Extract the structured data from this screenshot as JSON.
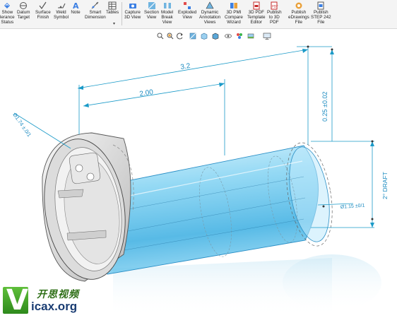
{
  "ribbon": {
    "left_group": [
      {
        "name": "show-tolerance-status-button",
        "icon": "tolerance-status-icon",
        "label": "Show\nlerance\nStatus"
      },
      {
        "name": "datum-target-button",
        "icon": "datum-target-icon",
        "label": "Datum\nTarget"
      },
      {
        "name": "surface-finish-button",
        "icon": "surface-finish-icon",
        "label": "Surface\nFinish"
      },
      {
        "name": "weld-symbol-button",
        "icon": "weld-symbol-icon",
        "label": "Weld\nSymbol"
      },
      {
        "name": "note-button",
        "icon": "note-icon",
        "label": "Note"
      },
      {
        "name": "smart-dimension-button",
        "icon": "smart-dimension-icon",
        "label": "Smart\nDimension"
      },
      {
        "name": "tables-button",
        "icon": "table-icon",
        "label": "Tables"
      }
    ],
    "right_group": [
      {
        "name": "capture-3d-view-button",
        "icon": "camera-icon",
        "label": "Capture\n3D View"
      },
      {
        "name": "section-view-button",
        "icon": "section-view-icon",
        "label": "Section\nView"
      },
      {
        "name": "model-break-view-button",
        "icon": "break-view-icon",
        "label": "Model\nBreak\nView"
      },
      {
        "name": "exploded-view-button",
        "icon": "exploded-view-icon",
        "label": "Exploded\nView"
      },
      {
        "name": "dynamic-annotation-views-button",
        "icon": "annotation-views-icon",
        "label": "Dynamic\nAnnotation\nViews"
      },
      {
        "name": "3d-pmi-compare-wizard-button",
        "icon": "compare-icon",
        "label": "3D PMI\nCompare\nWizard"
      },
      {
        "name": "3d-pdf-template-editor-button",
        "icon": "pdf-template-icon",
        "label": "3D PDF\nTemplate\nEditor"
      },
      {
        "name": "publish-3d-pdf-button",
        "icon": "pdf-icon",
        "label": "Publish\nto 3D\nPDF"
      },
      {
        "name": "publish-edrawings-button",
        "icon": "edrawings-icon",
        "label": "Publish\neDrawings\nFile"
      },
      {
        "name": "publish-step-242-button",
        "icon": "step-file-icon",
        "label": "Publish\nSTEP 242\nFile"
      }
    ],
    "tables_dropdown": "chevron-down-icon"
  },
  "hud_icons": [
    "zoom-fit-icon",
    "zoom-area-icon",
    "previous-view-icon",
    "section-icon",
    "view-orientation-icon",
    "display-style-icon",
    "hide-show-icon",
    "appearance-icon",
    "scene-icon",
    "monitor-icon"
  ],
  "dimensions": {
    "length_total": "3.2",
    "length_partial": "2.00",
    "thickness": "0.25 ±0.02",
    "diameter_left": "Ø1.74 ±.0/1",
    "diameter_right": "Ø1.15 ±0/1",
    "draft": "2° DRAFT"
  },
  "watermark": {
    "logo_letter": "V",
    "cn_text": "开思视频",
    "site": "icax.org"
  },
  "colors": {
    "dim_line": "#1a9ac8",
    "tube_fill": "#62c8f0",
    "ribbon_bg": "#f4f4f4"
  }
}
